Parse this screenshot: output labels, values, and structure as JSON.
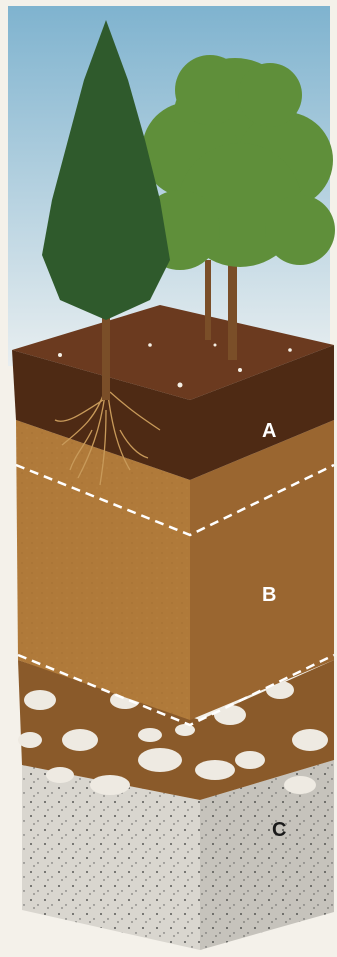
{
  "horizons": [
    {
      "id": "A",
      "label": "A"
    },
    {
      "id": "B",
      "label": "B"
    },
    {
      "id": "C",
      "label": "C"
    }
  ],
  "colors": {
    "sky_top": "#7fb3cf",
    "sky_bottom": "#e8eef0",
    "topsoil_top": "#6b3a1f",
    "topsoil_front": "#4e2a14",
    "subsoil": "#b07a3a",
    "subsoil_side": "#9a6630",
    "rock_layer": "#8a5a2a",
    "rock": "#eeeae2",
    "bedrock": "#d9d6cf",
    "bedrock_side": "#c6c3bc",
    "conifer": "#2f5a2c",
    "broadleaf": "#5f8f3a",
    "trunk": "#7a4e28",
    "roots": "#c89a5a"
  }
}
